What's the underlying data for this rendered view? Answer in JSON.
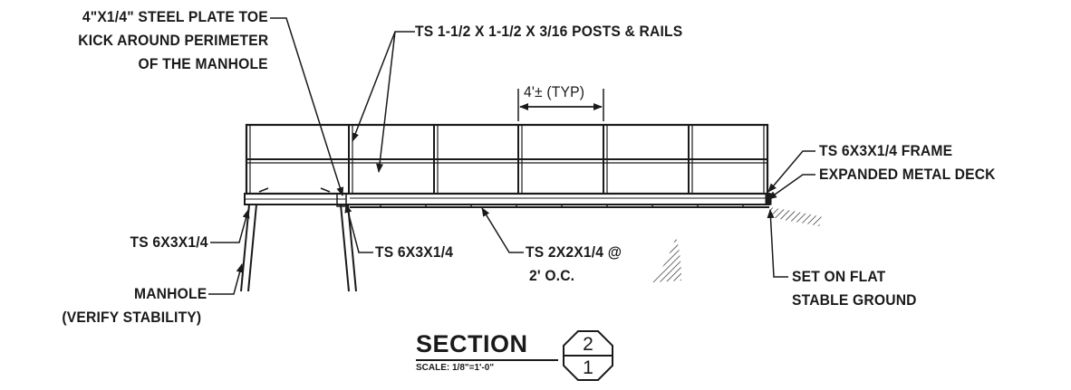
{
  "labels": {
    "toe_kick_1": "4\"X1/4\" STEEL PLATE TOE",
    "toe_kick_2": "KICK AROUND PERIMETER",
    "toe_kick_3": "OF THE MANHOLE",
    "posts_rails": "TS 1-1/2 X 1-1/2 X 3/16 POSTS & RAILS",
    "typ_spacing": "4'± (TYP)",
    "frame": "TS 6X3X1/4 FRAME",
    "deck": "EXPANDED METAL DECK",
    "ts_left": "TS 6X3X1/4",
    "ts_mid": "TS 6X3X1/4",
    "joists_1": "TS 2X2X1/4 @",
    "joists_2": "2' O.C.",
    "manhole_1": "MANHOLE",
    "manhole_2": "(VERIFY STABILITY)",
    "ground_1": "SET ON FLAT",
    "ground_2": "STABLE GROUND"
  },
  "section": {
    "title": "SECTION",
    "scale": "SCALE: 1/8\"=1'-0\"",
    "number": "2",
    "sheet": "1"
  },
  "colors": {
    "ink": "#1a1a1a"
  }
}
